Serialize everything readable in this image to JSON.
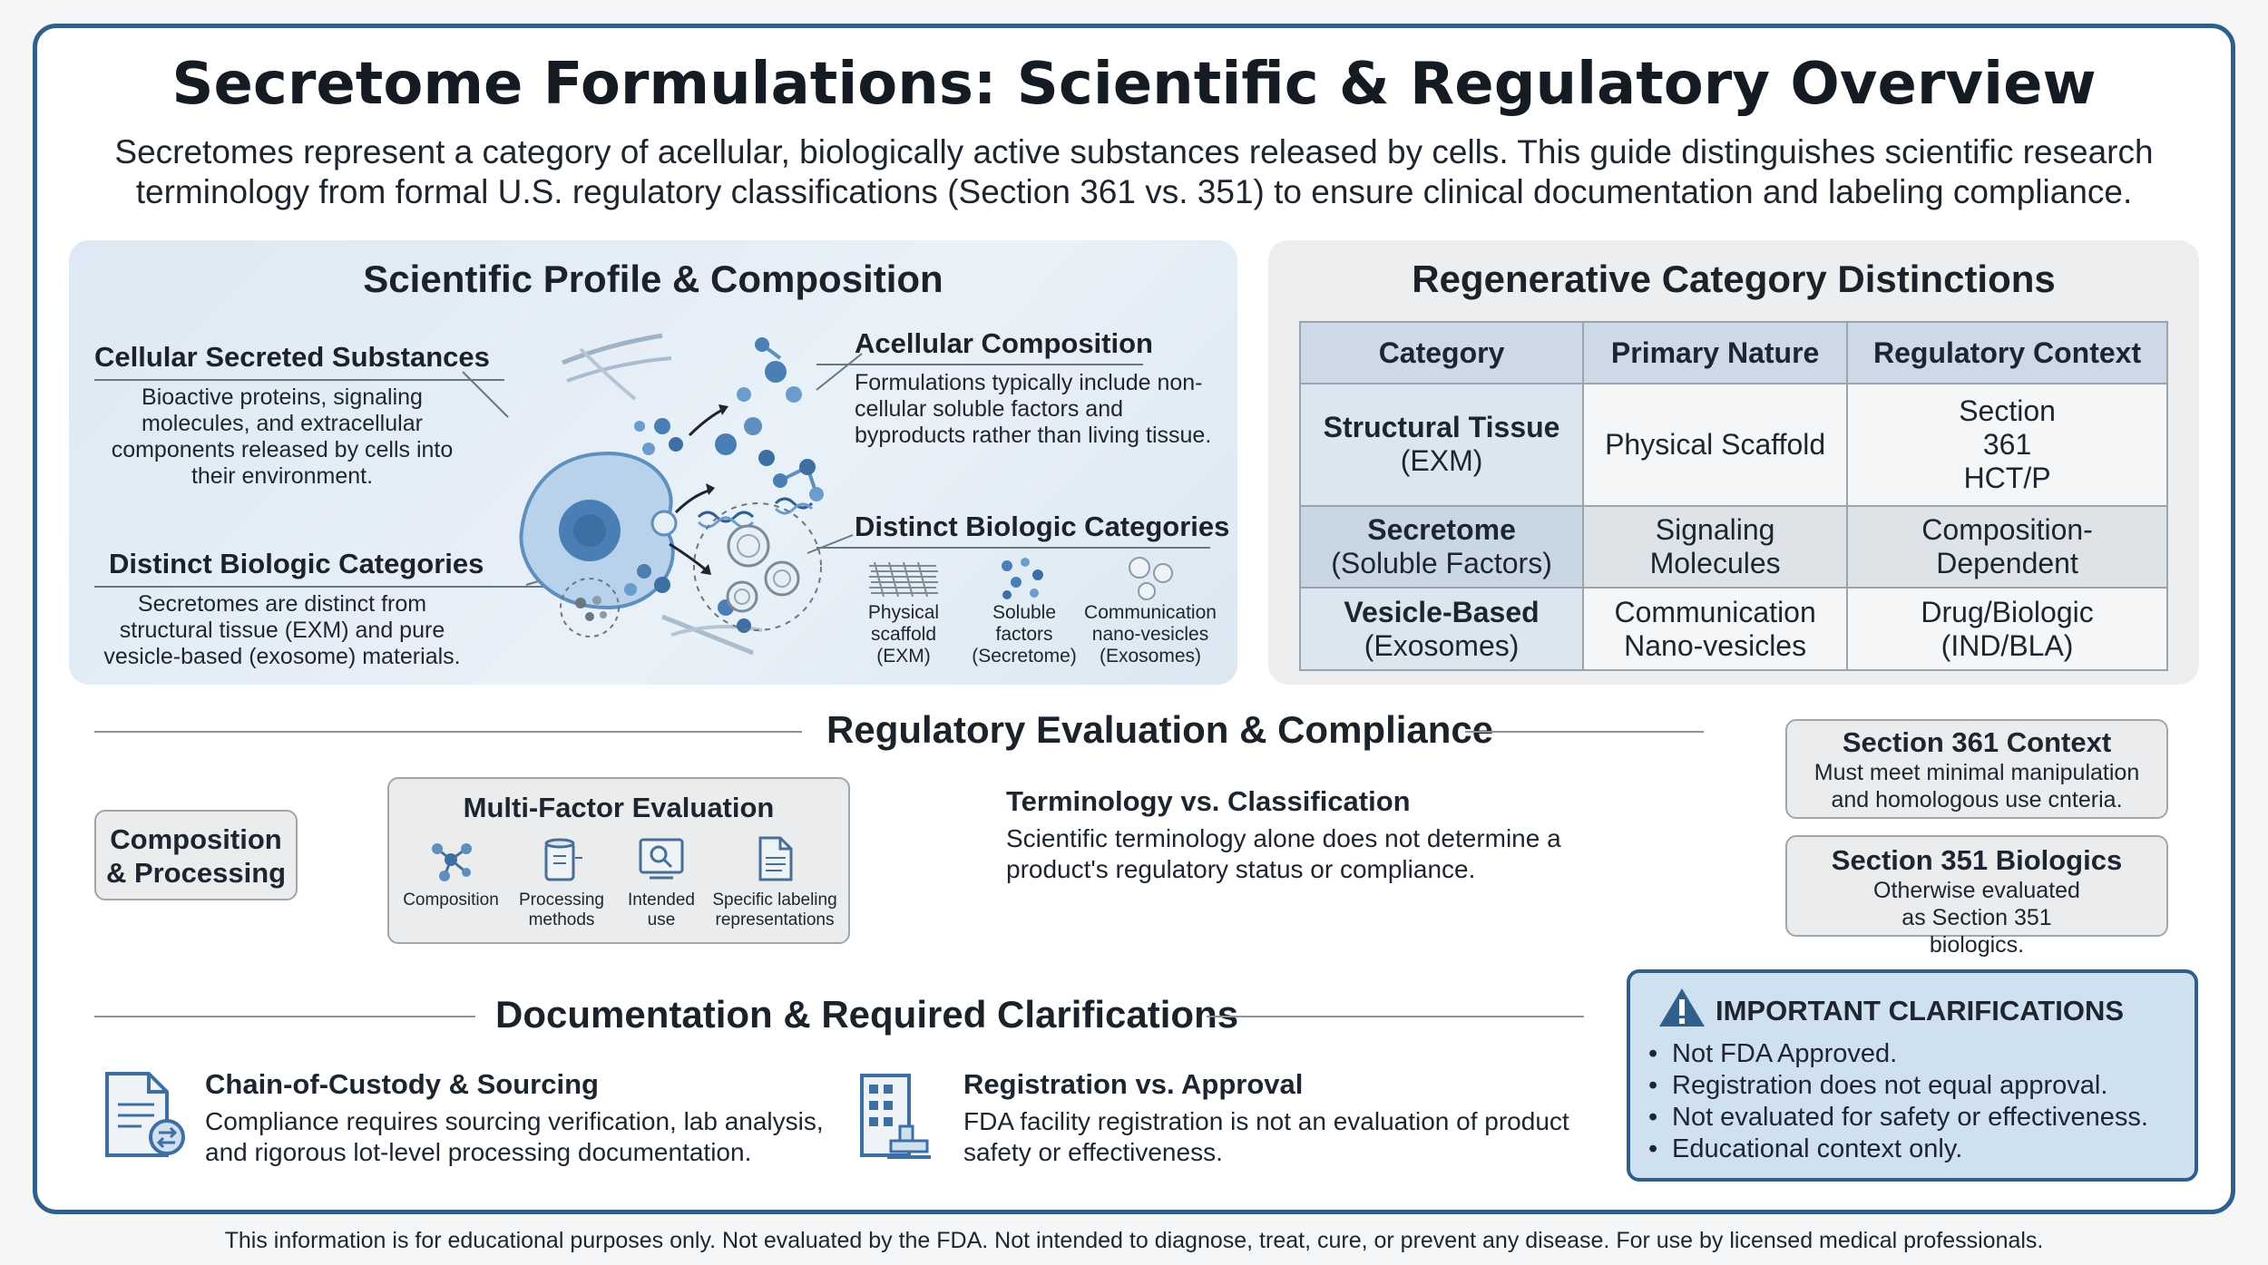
{
  "title": "Secretome Formulations: Scientific & Regulatory Overview",
  "intro": "Secretomes represent a category of acellular, biologically active substances released by cells. This guide distinguishes scientific research terminology from formal U.S. regulatory classifications (Section 361 vs. 351) to ensure clinical documentation and labeling compliance.",
  "scientific": {
    "title": "Scientific Profile & Composition",
    "cellular": {
      "heading": "Cellular Secreted Substances",
      "text": "Bioactive proteins, signaling molecules, and extracellular components released by cells into their environment."
    },
    "distinct_left": {
      "heading": "Distinct Biologic Categories",
      "text": "Secretomes are distinct from structural tissue (EXM) and pure vesicle-based (exosome) materials."
    },
    "acellular": {
      "heading": "Acellular Composition",
      "text": "Formulations typically include non-cellular soluble factors and byproducts rather than living tissue."
    },
    "distinct_right": {
      "heading": "Distinct Biologic Categories",
      "items": [
        {
          "label": "Physical scaffold (EXM)",
          "icon": "scaffold-icon"
        },
        {
          "label": "Soluble factors (Secretome)",
          "icon": "soluble-factors-icon"
        },
        {
          "label": "Communication nano-vesicles (Exosomes)",
          "icon": "nano-vesicles-icon"
        }
      ]
    }
  },
  "regenerative": {
    "title": "Regenerative Category Distinctions",
    "headers": [
      "Category",
      "Primary Nature",
      "Regulatory Context"
    ],
    "rows": [
      {
        "cat_bold": "Structural Tissue",
        "cat_sub": "(EXM)",
        "nature": "Physical Scaffold",
        "context": "Section 361 HCT/P"
      },
      {
        "cat_bold": "Secretome",
        "cat_sub": "(Soluble Factors)",
        "nature": "Signaling Molecules",
        "context": "Composition-Dependent"
      },
      {
        "cat_bold": "Vesicle-Based",
        "cat_sub": "(Exosomes)",
        "nature": "Communication Nano-vesicles",
        "context": "Drug/Biologic (IND/BLA)"
      }
    ]
  },
  "regulatory": {
    "title": "Regulatory Evaluation & Compliance",
    "composition_box": "Composition & Processing",
    "multi_factor": {
      "title": "Multi-Factor Evaluation",
      "factors": [
        {
          "label": "Composition",
          "icon": "molecule-icon"
        },
        {
          "label": "Processing methods",
          "icon": "lab-container-icon"
        },
        {
          "label": "Intended use",
          "icon": "magnifier-screen-icon"
        },
        {
          "label": "Specific labeling representations",
          "icon": "document-icon"
        }
      ]
    },
    "terminology": {
      "heading": "Terminology vs. Classification",
      "text": "Scientific terminology alone does not determine a product's regulatory status or compliance."
    },
    "section361": {
      "title": "Section 361 Context",
      "text": "Must meet minimal manipulation and homologous use cnteria."
    },
    "section351": {
      "title": "Section 351 Biologics",
      "text": "Otherwise evaluated as Section 351 biologics."
    }
  },
  "documentation": {
    "title": "Documentation & Required Clarifications",
    "chain": {
      "heading": "Chain-of-Custody & Sourcing",
      "text": "Compliance requires sourcing verification, lab analysis, and rigorous lot-level processing documentation.",
      "icon": "document-exchange-icon"
    },
    "registration": {
      "heading": "Registration vs. Approval",
      "text": "FDA facility registration is not an evaluation of product safety or effectiveness.",
      "icon": "building-stamp-icon"
    }
  },
  "clarifications": {
    "title": "IMPORTANT CLARIFICATIONS",
    "icon": "warning-icon",
    "items": [
      "Not FDA Approved.",
      "Registration does not equal approval.",
      "Not evaluated for safety or effectiveness.",
      "Educational context only."
    ]
  },
  "footer": "This information is for educational purposes only. Not evaluated by the FDA. Not intended to diagnose, treat, cure, or prevent any disease. For use by licensed medical professionals.",
  "colors": {
    "frame": "#2f5f8a",
    "sci_panel": "#dde9f4",
    "reg_panel": "#eceef0",
    "table_header": "#cdd9e6",
    "clarification_bg": "#cfe0f1",
    "cell_blue": "#4a7fb5"
  }
}
